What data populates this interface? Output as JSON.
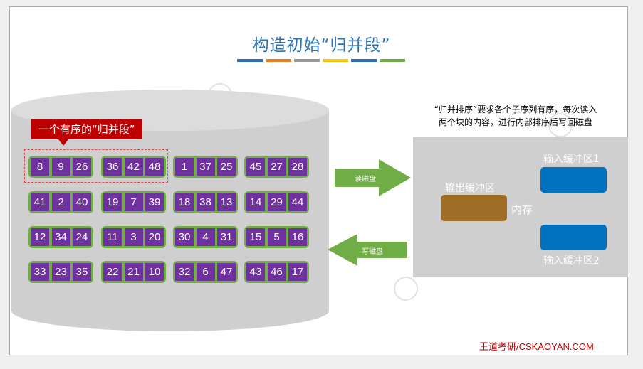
{
  "title": "构造初始“归并段”",
  "colors": {
    "title": "#2a73b8",
    "title_bars": [
      "#2f6db5",
      "#e67e22",
      "#999999",
      "#f1c40f",
      "#2f6db5",
      "#71ad47"
    ],
    "disk": "#cfcfcf",
    "segment": "#71ad47",
    "number": "#7031a0",
    "label": "#c00000",
    "input_buffer": "#0070c0",
    "output_buffer": "#9e6d26",
    "arrow": "#71ad47"
  },
  "disk": {
    "run_label": "一个有序的“归并段”",
    "rows": [
      [
        [
          "8",
          "9",
          "26"
        ],
        [
          "36",
          "42",
          "48"
        ],
        [
          "1",
          "37",
          "25"
        ],
        [
          "45",
          "27",
          "28"
        ]
      ],
      [
        [
          "41",
          "2",
          "40"
        ],
        [
          "19",
          "7",
          "39"
        ],
        [
          "18",
          "38",
          "13"
        ],
        [
          "14",
          "29",
          "44"
        ]
      ],
      [
        [
          "12",
          "34",
          "24"
        ],
        [
          "11",
          "3",
          "20"
        ],
        [
          "30",
          "4",
          "31"
        ],
        [
          "15",
          "5",
          "16"
        ]
      ],
      [
        [
          "33",
          "23",
          "35"
        ],
        [
          "22",
          "21",
          "10"
        ],
        [
          "32",
          "6",
          "47"
        ],
        [
          "43",
          "46",
          "17"
        ]
      ]
    ]
  },
  "arrows": {
    "read": "读磁盘",
    "write": "写磁盘"
  },
  "note": {
    "line1": "“归并排序”要求各个子序列有序，每次读入",
    "line2": "两个块的内容，进行内部排序后写回磁盘"
  },
  "memory": {
    "label": "内存",
    "output_buffer": "输出缓冲区",
    "input_buffer_1": "输入缓冲区1",
    "input_buffer_2": "输入缓冲区2"
  },
  "footer": "王道考研/CSKAOYAN.COM"
}
